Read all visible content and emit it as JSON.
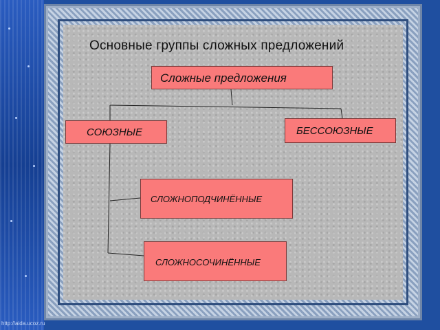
{
  "slide": {
    "title": "Основные группы сложных предложений",
    "watermark": "http://aida.ucoz.ru"
  },
  "diagram": {
    "root": "Сложные предложения",
    "left": "СОЮЗНЫЕ",
    "right": "БЕССОЮЗНЫЕ",
    "children_left": [
      "СЛОЖНОПОДЧИНЁННЫЕ",
      "СЛОЖНОСОЧИНЁННЫЕ"
    ]
  },
  "colors": {
    "box_fill": "#fa7a7a",
    "panel": "#b8b8b8",
    "frame_blue": "#1f4fa0"
  }
}
